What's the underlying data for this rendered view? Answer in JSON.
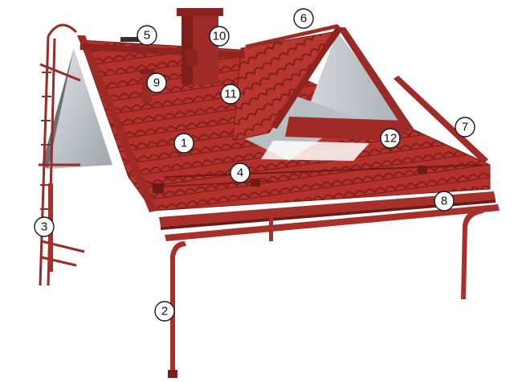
{
  "colors": {
    "tile": "#b5322c",
    "tile_dark": "#8e231f",
    "tile_light": "#c94a40",
    "metal": "#9a2a25",
    "gutter": "#a8302a",
    "underside": "#c8ccd0",
    "underside_dark": "#9ea4aa",
    "callout_stroke": "#1a1a1a"
  },
  "callouts": [
    {
      "id": "1",
      "label": "1"
    },
    {
      "id": "2",
      "label": "2"
    },
    {
      "id": "3",
      "label": "3"
    },
    {
      "id": "4",
      "label": "4"
    },
    {
      "id": "5",
      "label": "5"
    },
    {
      "id": "6",
      "label": "6"
    },
    {
      "id": "7",
      "label": "7"
    },
    {
      "id": "8",
      "label": "8"
    },
    {
      "id": "9",
      "label": "9"
    },
    {
      "id": "10",
      "label": "10"
    },
    {
      "id": "11",
      "label": "11"
    },
    {
      "id": "12",
      "label": "12"
    }
  ]
}
